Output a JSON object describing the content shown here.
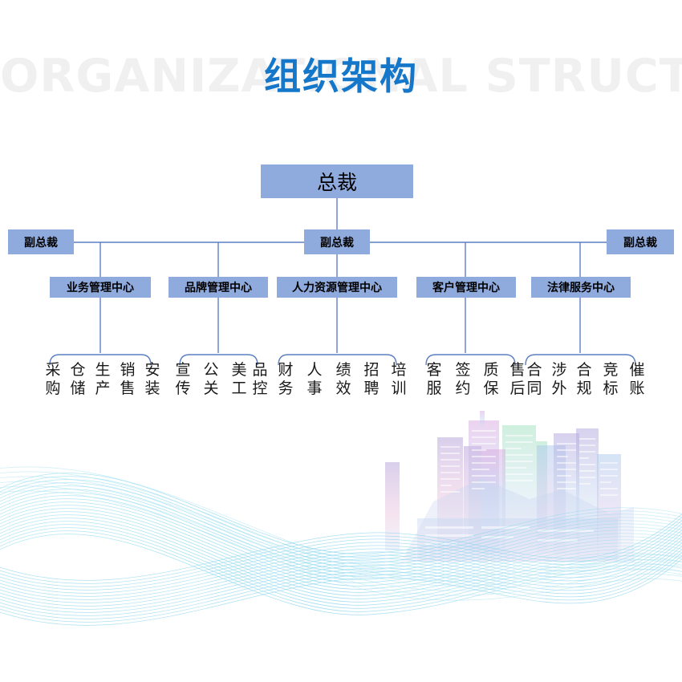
{
  "title": {
    "cn": "组织架构",
    "en": "ORGANIZATIONAL STRUCTURE"
  },
  "colors": {
    "box_fill": "#8faadc",
    "connector": "#5b7fc4",
    "title_cn": "#1477c9",
    "title_en": "#f0f0f0",
    "wave": "#66ccee",
    "background": "#ffffff"
  },
  "chart_data": {
    "type": "diagram",
    "title": "组织架构",
    "levels": [
      {
        "level": 1,
        "nodes": [
          {
            "id": "president",
            "label": "总裁"
          }
        ]
      },
      {
        "level": 2,
        "nodes": [
          {
            "id": "vp-left",
            "label": "副总裁"
          },
          {
            "id": "vp-center",
            "label": "副总裁"
          },
          {
            "id": "vp-right",
            "label": "副总裁"
          }
        ]
      },
      {
        "level": 3,
        "nodes": [
          {
            "id": "center-business",
            "label": "业务管理中心"
          },
          {
            "id": "center-brand",
            "label": "品牌管理中心"
          },
          {
            "id": "center-hr",
            "label": "人力资源管理中心"
          },
          {
            "id": "center-customer",
            "label": "客户管理中心"
          },
          {
            "id": "center-legal",
            "label": "法律服务中心"
          }
        ]
      },
      {
        "level": 4,
        "groups": [
          {
            "parent": "center-business",
            "items": [
              "采购",
              "仓储",
              "生产",
              "销售",
              "安装"
            ]
          },
          {
            "parent": "center-brand",
            "items": [
              "宣传",
              "公关",
              "美工",
              "品控"
            ]
          },
          {
            "parent": "center-hr",
            "items": [
              "财务",
              "人事",
              "绩效",
              "招聘",
              "培训"
            ]
          },
          {
            "parent": "center-customer",
            "items": [
              "客服",
              "签约",
              "质保",
              "售后"
            ]
          },
          {
            "parent": "center-legal",
            "items": [
              "合同",
              "涉外",
              "合规",
              "竞标",
              "催账"
            ]
          }
        ]
      }
    ]
  },
  "nodes": {
    "president": "总裁",
    "vp_left": "副总裁",
    "vp_center": "副总裁",
    "vp_right": "副总裁",
    "center_business": "业务管理中心",
    "center_brand": "品牌管理中心",
    "center_hr": "人力资源管理中心",
    "center_customer": "客户管理中心",
    "center_legal": "法律服务中心"
  },
  "leaves": {
    "business": [
      {
        "top": "采",
        "bottom": "购"
      },
      {
        "top": "仓",
        "bottom": "储"
      },
      {
        "top": "生",
        "bottom": "产"
      },
      {
        "top": "销",
        "bottom": "售"
      },
      {
        "top": "安",
        "bottom": "装"
      }
    ],
    "brand": [
      {
        "top": "宣",
        "bottom": "传"
      },
      {
        "top": "公",
        "bottom": "关"
      },
      {
        "top": "美",
        "bottom": "工"
      },
      {
        "top": "品",
        "bottom": "控"
      }
    ],
    "hr": [
      {
        "top": "财",
        "bottom": "务"
      },
      {
        "top": "人",
        "bottom": "事"
      },
      {
        "top": "绩",
        "bottom": "效"
      },
      {
        "top": "招",
        "bottom": "聘"
      },
      {
        "top": "培",
        "bottom": "训"
      }
    ],
    "customer": [
      {
        "top": "客",
        "bottom": "服"
      },
      {
        "top": "签",
        "bottom": "约"
      },
      {
        "top": "质",
        "bottom": "保"
      },
      {
        "top": "售",
        "bottom": "后"
      }
    ],
    "legal": [
      {
        "top": "合",
        "bottom": "同"
      },
      {
        "top": "涉",
        "bottom": "外"
      },
      {
        "top": "合",
        "bottom": "规"
      },
      {
        "top": "竞",
        "bottom": "标"
      },
      {
        "top": "催",
        "bottom": "账"
      }
    ]
  }
}
